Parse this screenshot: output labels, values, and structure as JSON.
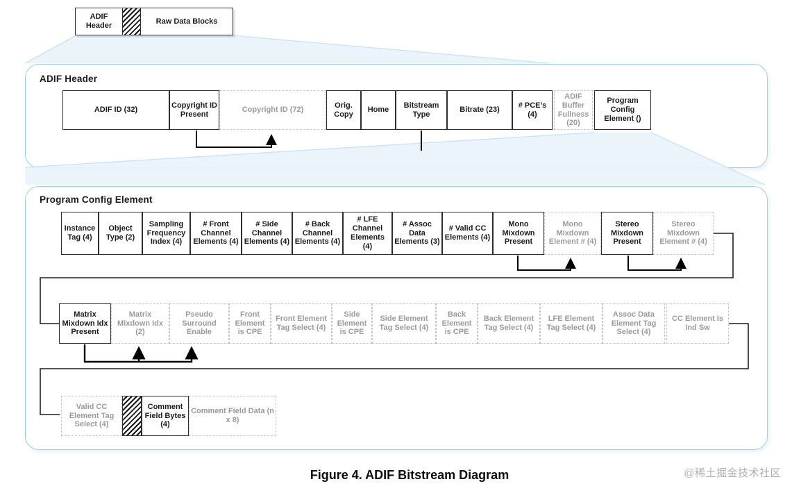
{
  "colors": {
    "container_border": "#a3cde6",
    "funnel_fill": "#e9f3fb",
    "funnel_edge": "#c8e2f3",
    "solid_border": "#2e2e2e",
    "optional_border": "#c6c6c6",
    "solid_text": "#1c1c1c",
    "optional_text": "#9b9b9b",
    "arrow": "#000000",
    "watermark_text": "#b0b0b0"
  },
  "top_block": {
    "segments": [
      {
        "label": "ADIF Header",
        "type": "solid"
      },
      {
        "label": "",
        "type": "hatch",
        "icon": "diagonal-hatch"
      },
      {
        "label": "Raw Data Blocks",
        "type": "solid"
      }
    ]
  },
  "adif_header": {
    "title": "ADIF Header",
    "fields": [
      {
        "label": "ADIF ID (32)",
        "type": "solid"
      },
      {
        "label": "Copyright ID Present",
        "type": "solid"
      },
      {
        "label": "Copyright ID (72)",
        "type": "optional"
      },
      {
        "label": "Orig. Copy",
        "type": "solid"
      },
      {
        "label": "Home",
        "type": "solid"
      },
      {
        "label": "Bitstream Type",
        "type": "solid"
      },
      {
        "label": "Bitrate (23)",
        "type": "solid"
      },
      {
        "label": "# PCE’s (4)",
        "type": "solid"
      },
      {
        "label": "ADIF Buffer Fullness (20)",
        "type": "optional"
      },
      {
        "label": "Program Config Element ()",
        "type": "solid"
      }
    ]
  },
  "program_config_element": {
    "title": "Program Config Element",
    "rows": [
      [
        {
          "label": "Instance Tag (4)",
          "type": "solid"
        },
        {
          "label": "Object Type (2)",
          "type": "solid"
        },
        {
          "label": "Sampling Frequency Index (4)",
          "type": "solid"
        },
        {
          "label": "# Front Channel Elements (4)",
          "type": "solid"
        },
        {
          "label": "# Side Channel Elements (4)",
          "type": "solid"
        },
        {
          "label": "# Back Channel Elements (4)",
          "type": "solid"
        },
        {
          "label": "# LFE Channel Elements (4)",
          "type": "solid"
        },
        {
          "label": "# Assoc Data Elements (3)",
          "type": "solid"
        },
        {
          "label": "# Valid CC Elements (4)",
          "type": "solid"
        },
        {
          "label": "Mono Mixdown Present",
          "type": "solid"
        },
        {
          "label": "Mono Mixdown Element # (4)",
          "type": "optional"
        },
        {
          "label": "Stereo Mixdown Present",
          "type": "solid"
        },
        {
          "label": "Stereo Mixdown Element # (4)",
          "type": "optional"
        }
      ],
      [
        {
          "label": "Matrix Mixdown Idx Present",
          "type": "solid"
        },
        {
          "label": "Matrix Mixdown Idx (2)",
          "type": "optional"
        },
        {
          "label": "Pseudo Surround Enable",
          "type": "optional"
        },
        {
          "label": "Front Element is CPE",
          "type": "optional"
        },
        {
          "label": "Front Element Tag Select (4)",
          "type": "optional"
        },
        {
          "label": "Side Element is CPE",
          "type": "optional"
        },
        {
          "label": "Side Element Tag Select (4)",
          "type": "optional"
        },
        {
          "label": "Back Element is CPE",
          "type": "optional"
        },
        {
          "label": "Back Element Tag Select (4)",
          "type": "optional"
        },
        {
          "label": "LFE Element Tag Select (4)",
          "type": "optional"
        },
        {
          "label": "Assoc Data Element Tag Select (4)",
          "type": "optional"
        },
        {
          "label": "CC Element Is Ind Sw",
          "type": "optional"
        }
      ],
      [
        {
          "label": "Valid CC Element Tag Select (4)",
          "type": "optional"
        },
        {
          "label": "",
          "type": "hatch",
          "icon": "diagonal-hatch"
        },
        {
          "label": "Comment Field Bytes (4)",
          "type": "solid"
        },
        {
          "label": "Comment Field Data (n x 8)",
          "type": "optional"
        }
      ]
    ]
  },
  "caption": "Figure 4. ADIF Bitstream Diagram",
  "watermark": "@稀土掘金技术社区"
}
